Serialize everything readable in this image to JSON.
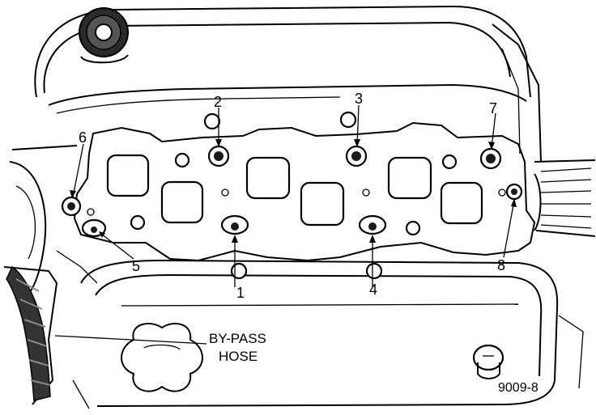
{
  "diagram": {
    "callouts": [
      {
        "id": "1",
        "text": "1"
      },
      {
        "id": "2",
        "text": "2"
      },
      {
        "id": "3",
        "text": "3"
      },
      {
        "id": "4",
        "text": "4"
      },
      {
        "id": "5",
        "text": "5"
      },
      {
        "id": "6",
        "text": "6"
      },
      {
        "id": "7",
        "text": "7"
      },
      {
        "id": "8",
        "text": "8"
      }
    ],
    "label_line1": "BY-PASS",
    "label_line2": "HOSE",
    "figure_code": "9009-8"
  },
  "colors": {
    "ink": "#000000",
    "paper": "#ffffff"
  }
}
